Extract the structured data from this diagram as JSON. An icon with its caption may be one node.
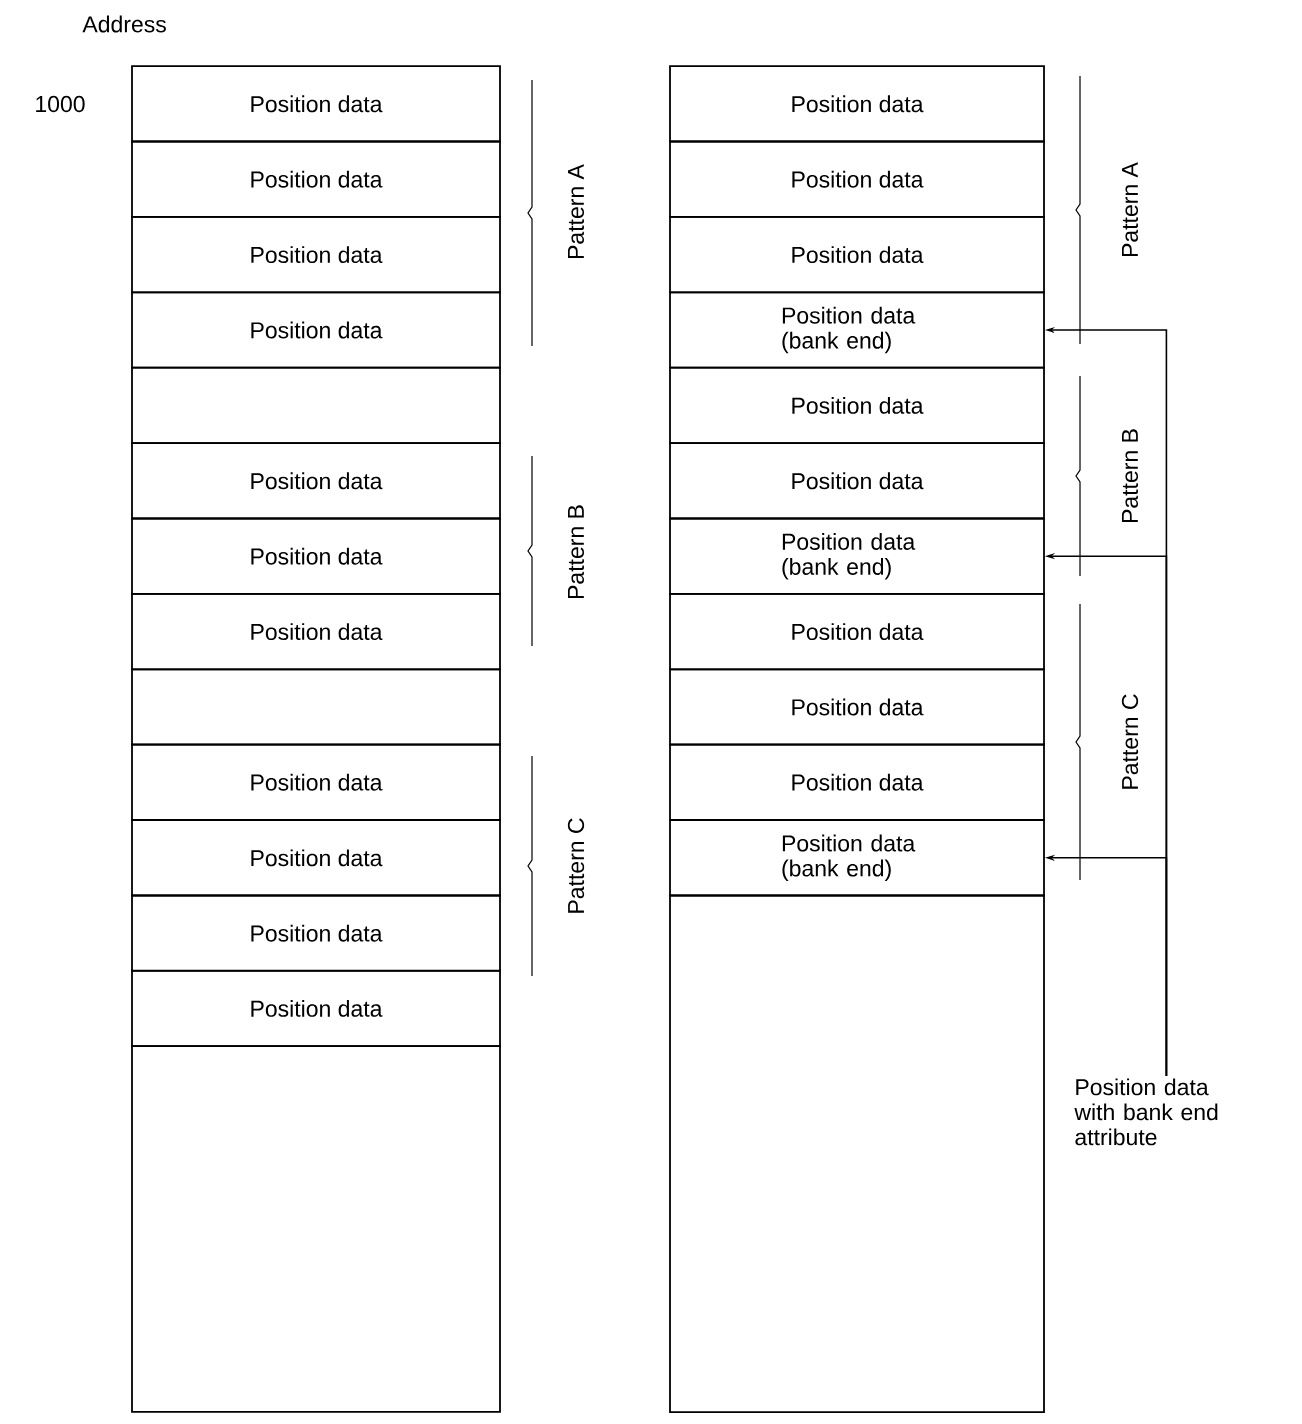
{
  "diagram": {
    "nodes": [
      {
        "text": [
          "Position data"
        ]
      },
      {
        "text": [
          "Position data"
        ]
      },
      {
        "text": [
          "Position data"
        ]
      },
      {
        "text": [
          "Position data"
        ]
      },
      {
        "text": [],
        "shape": "box"
      },
      {
        "text": [
          "Position data"
        ]
      },
      {
        "text": [
          "Position data"
        ]
      },
      {
        "text": [
          "Position data"
        ]
      },
      {
        "text": [],
        "shape": "box"
      },
      {
        "text": [
          "Position data"
        ]
      },
      {
        "text": [
          "Position data"
        ]
      },
      {
        "text": [
          "Position data"
        ]
      },
      {
        "text": [
          "Position data"
        ]
      },
      {
        "text": [],
        "shape": "box"
      },
      {
        "text": [
          "Position data"
        ]
      },
      {
        "text": [
          "Position data"
        ]
      },
      {
        "text": [
          "Position data"
        ]
      },
      {
        "text": [
          "Position data (bank end)"
        ]
      },
      {
        "text": [
          "Position data"
        ]
      },
      {
        "text": [
          "Position data"
        ]
      },
      {
        "text": [
          "Position data (bank end)"
        ]
      },
      {
        "text": [
          "Position data"
        ]
      },
      {
        "text": [
          "Position data"
        ]
      },
      {
        "text": [
          "Position data"
        ]
      },
      {
        "text": [
          "Position data (bank end)"
        ]
      },
      {
        "text": [],
        "shape": "box"
      },
      {
        "text": [
          "Position data with bank end attribute"
        ]
      }
    ],
    "edges": [
      {
        "from": 26,
        "to": 17,
        "arrow": "to"
      },
      {
        "from": 26,
        "to": 20,
        "arrow": "to"
      },
      {
        "from": 26,
        "to": 24,
        "arrow": "to"
      }
    ],
    "labels": [
      "Address",
      "1000",
      "Pattern A",
      "Pattern B",
      "Pattern C",
      "Pattern A",
      "Pattern B",
      "Pattern C"
    ]
  }
}
